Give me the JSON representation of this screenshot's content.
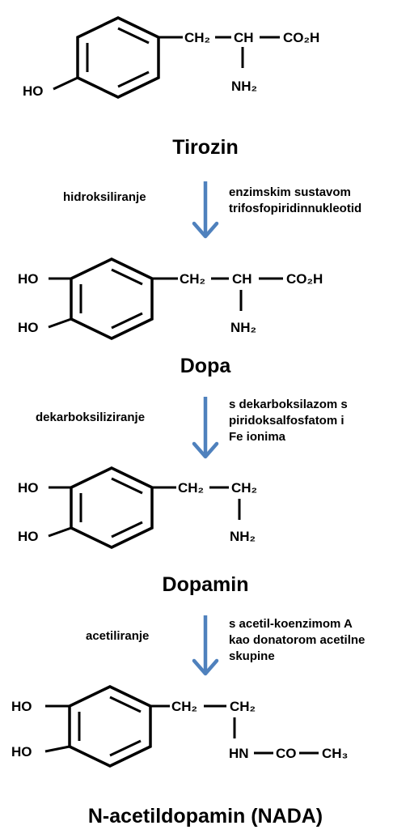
{
  "colors": {
    "arrow": "#4f81bd",
    "text": "#000000",
    "background": "#ffffff"
  },
  "molecules": [
    {
      "name": "Tirozin",
      "oh_top": "",
      "oh_bottom": "HO",
      "chain_a": "CH₂",
      "chain_b": "CH",
      "chain_c": "CO₂H",
      "amine": "NH₂"
    },
    {
      "name": "Dopa",
      "oh_top": "HO",
      "oh_bottom": "HO",
      "chain_a": "CH₂",
      "chain_b": "CH",
      "chain_c": "CO₂H",
      "amine": "NH₂"
    },
    {
      "name": "Dopamin",
      "oh_top": "HO",
      "oh_bottom": "HO",
      "chain_a": "CH₂",
      "chain_b": "CH₂",
      "amine": "NH₂"
    },
    {
      "name": "N-acetildopamin (NADA)",
      "oh_top": "HO",
      "oh_bottom": "HO",
      "chain_a": "CH₂",
      "chain_b": "CH₂",
      "amine": "HN",
      "amide_a": "CO",
      "amide_b": "CH₃"
    }
  ],
  "steps": [
    {
      "reaction": "hidroksiliranje",
      "conditions": [
        "enzimskim sustavom",
        "trifosfopiridinnukleotid"
      ]
    },
    {
      "reaction": "dekarboksiliziranje",
      "conditions": [
        "s dekarboksilazom s",
        "piridoksalfosfatom i",
        "Fe ionima"
      ]
    },
    {
      "reaction": "acetiliranje",
      "conditions": [
        "s acetil-koenzimom A",
        "kao donatorom acetilne",
        "skupine"
      ]
    }
  ]
}
